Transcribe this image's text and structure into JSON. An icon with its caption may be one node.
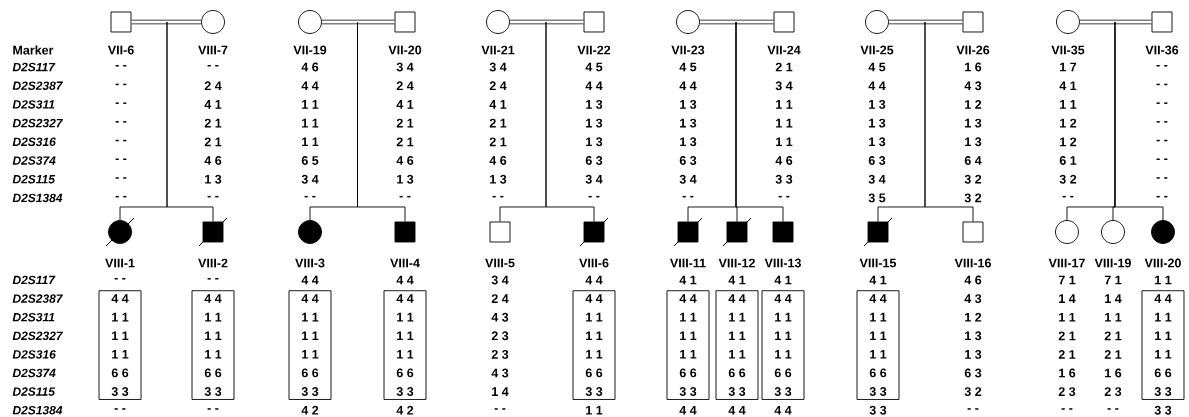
{
  "diagram": {
    "nodes": [
      {
        "text": [],
        "shape": "box",
        "beside": [
          "VII-6"
        ]
      },
      {
        "text": [],
        "shape": "circle",
        "beside": [
          "VIII-7"
        ]
      },
      {
        "text": [],
        "shape": "circle",
        "beside": [
          "VII-19"
        ]
      },
      {
        "text": [],
        "shape": "box",
        "beside": [
          "VII-20"
        ]
      },
      {
        "text": [],
        "shape": "circle",
        "beside": [
          "VII-21"
        ]
      },
      {
        "text": [],
        "shape": "box",
        "beside": [
          "VII-22"
        ]
      },
      {
        "text": [],
        "shape": "circle",
        "beside": [
          "VII-23"
        ]
      },
      {
        "text": [],
        "shape": "box",
        "beside": [
          "VII-24"
        ]
      },
      {
        "text": [],
        "shape": "circle",
        "beside": [
          "VII-25"
        ]
      },
      {
        "text": [],
        "shape": "box",
        "beside": [
          "VII-26"
        ]
      },
      {
        "text": [],
        "shape": "circle",
        "beside": [
          "VII-35"
        ]
      },
      {
        "text": [],
        "shape": "box",
        "beside": [
          "VII-36"
        ]
      },
      {
        "text": [],
        "shape": "circle",
        "beside": [
          "VIII-1"
        ]
      },
      {
        "text": [],
        "shape": "box",
        "beside": [
          "VIII-2"
        ]
      },
      {
        "text": [],
        "shape": "circle",
        "beside": [
          "VIII-3"
        ]
      },
      {
        "text": [],
        "shape": "box",
        "beside": [
          "VIII-4"
        ]
      },
      {
        "text": [],
        "shape": "box",
        "beside": [
          "VIII-5"
        ]
      },
      {
        "text": [],
        "shape": "box",
        "beside": [
          "VIII-6"
        ]
      },
      {
        "text": [],
        "shape": "box",
        "beside": [
          "VIII-11"
        ]
      },
      {
        "text": [],
        "shape": "box",
        "beside": [
          "VIII-12"
        ]
      },
      {
        "text": [],
        "shape": "box",
        "beside": [
          "VIII-13"
        ]
      },
      {
        "text": [],
        "shape": "box",
        "beside": [
          "VIII-15"
        ]
      },
      {
        "text": [],
        "shape": "box",
        "beside": [
          "VIII-16"
        ]
      },
      {
        "text": [],
        "shape": "circle",
        "beside": [
          "VIII-17"
        ]
      },
      {
        "text": [],
        "shape": "circle",
        "beside": [
          "VIII-19"
        ]
      },
      {
        "text": [],
        "shape": "circle",
        "beside": [
          "VIII-20"
        ]
      },
      {
        "text": [
          "4 4",
          "1 1",
          "1 1",
          "1 1",
          "6 6",
          "3 3"
        ]
      },
      {
        "text": [
          "4 4",
          "1 1",
          "1 1",
          "1 1",
          "6 6",
          "3 3"
        ]
      },
      {
        "text": [
          "4 4",
          "1 1",
          "1 1",
          "1 1",
          "6 6",
          "3 3"
        ]
      },
      {
        "text": [
          "4 4",
          "1 1",
          "1 1",
          "1 1",
          "6 6",
          "3 3"
        ]
      },
      {
        "text": [
          "4 4",
          "1 1",
          "1 1",
          "1 1",
          "6 6",
          "3 3"
        ]
      },
      {
        "text": [
          "4 4",
          "1 1",
          "1 1",
          "1 1",
          "6 6",
          "3 3"
        ]
      },
      {
        "text": [
          "4 4",
          "1 1",
          "1 1",
          "1 1",
          "6 6",
          "3 3"
        ]
      },
      {
        "text": [
          "4 4",
          "1 1",
          "1 1",
          "1 1",
          "6 6",
          "3 3"
        ]
      },
      {
        "text": [
          "4 4",
          "1 1",
          "1 1",
          "1 1",
          "6 6",
          "3 3"
        ]
      },
      {
        "text": [
          "4 4",
          "1 1",
          "1 1",
          "1 1",
          "6 6",
          "3 3"
        ]
      }
    ],
    "edges": [
      {
        "from": 0,
        "to": 1,
        "arrow": "none",
        "style": "thick"
      },
      {
        "from": 2,
        "to": 3,
        "arrow": "none",
        "style": "thick"
      },
      {
        "from": 4,
        "to": 5,
        "arrow": "none",
        "style": "thick"
      },
      {
        "from": 6,
        "to": 7,
        "arrow": "none",
        "style": "thick"
      },
      {
        "from": 8,
        "to": 9,
        "arrow": "none",
        "style": "thick"
      },
      {
        "from": 10,
        "to": 11,
        "arrow": "none",
        "style": "thick"
      },
      {
        "from": 0,
        "to": 12,
        "arrow": "none"
      },
      {
        "from": 1,
        "to": 12,
        "arrow": "none"
      },
      {
        "from": 0,
        "to": 13,
        "arrow": "none"
      },
      {
        "from": 1,
        "to": 13,
        "arrow": "none"
      },
      {
        "from": 2,
        "to": 14,
        "arrow": "none"
      },
      {
        "from": 3,
        "to": 14,
        "arrow": "none"
      },
      {
        "from": 2,
        "to": 15,
        "arrow": "none"
      },
      {
        "from": 3,
        "to": 15,
        "arrow": "none"
      },
      {
        "from": 4,
        "to": 16,
        "arrow": "none"
      },
      {
        "from": 5,
        "to": 16,
        "arrow": "none"
      },
      {
        "from": 4,
        "to": 17,
        "arrow": "none"
      },
      {
        "from": 5,
        "to": 17,
        "arrow": "none"
      },
      {
        "from": 6,
        "to": 18,
        "arrow": "none"
      },
      {
        "from": 7,
        "to": 18,
        "arrow": "none"
      },
      {
        "from": 6,
        "to": 19,
        "arrow": "none"
      },
      {
        "from": 7,
        "to": 19,
        "arrow": "none"
      },
      {
        "from": 6,
        "to": 20,
        "arrow": "none"
      },
      {
        "from": 7,
        "to": 20,
        "arrow": "none"
      },
      {
        "from": 8,
        "to": 21,
        "arrow": "none"
      },
      {
        "from": 9,
        "to": 21,
        "arrow": "none"
      },
      {
        "from": 8,
        "to": 22,
        "arrow": "none"
      },
      {
        "from": 9,
        "to": 22,
        "arrow": "none"
      },
      {
        "from": 10,
        "to": 23,
        "arrow": "none"
      },
      {
        "from": 11,
        "to": 23,
        "arrow": "none"
      },
      {
        "from": 10,
        "to": 24,
        "arrow": "none"
      },
      {
        "from": 11,
        "to": 24,
        "arrow": "none"
      },
      {
        "from": 10,
        "to": 25,
        "arrow": "none"
      },
      {
        "from": 11,
        "to": 25,
        "arrow": "none"
      }
    ],
    "labels": [
      "Marker",
      "D2S117",
      "- -",
      "- -",
      "4 6",
      "3 4",
      "3 4",
      "4 5",
      "4 5",
      "2 1",
      "4 5",
      "1 6",
      "1 7",
      "- -",
      "D2S2387",
      "- -",
      "2 4",
      "4 4",
      "2 4",
      "2 4",
      "4 4",
      "4 4",
      "3 4",
      "4 4",
      "4 3",
      "4 1",
      "- -",
      "D2S311",
      "- -",
      "4 1",
      "1 1",
      "4 1",
      "4 1",
      "1 3",
      "1 3",
      "1 1",
      "1 3",
      "1 2",
      "1 1",
      "- -",
      "D2S2327",
      "- -",
      "2 1",
      "1 1",
      "2 1",
      "2 1",
      "1 3",
      "1 3",
      "1 1",
      "1 3",
      "1 3",
      "1 2",
      "- -",
      "D2S316",
      "- -",
      "2 1",
      "1 1",
      "2 1",
      "2 1",
      "1 3",
      "1 3",
      "1 1",
      "1 3",
      "1 3",
      "1 2",
      "- -",
      "D2S374",
      "- -",
      "4 6",
      "6 5",
      "4 6",
      "4 6",
      "6 3",
      "6 3",
      "4 6",
      "6 3",
      "6 4",
      "6 1",
      "- -",
      "D2S115",
      "- -",
      "1 3",
      "3 4",
      "1 3",
      "1 3",
      "3 4",
      "3 4",
      "3 3",
      "3 4",
      "3 2",
      "3 2",
      "- -",
      "D2S1384",
      "- -",
      "- -",
      "- -",
      "- -",
      "- -",
      "- -",
      "- -",
      "- -",
      "3 5",
      "3 2",
      "- -",
      "- -",
      "D2S117",
      "- -",
      "- -",
      "4 4",
      "4 4",
      "3 4",
      "4 4",
      "4 1",
      "4 1",
      "4 1",
      "4 1",
      "4 6",
      "7 1",
      "7 1",
      "1 1",
      "D2S2387",
      "2 4",
      "4 3",
      "1 4",
      "1 4",
      "D2S311",
      "4 3",
      "1 2",
      "1 1",
      "1 1",
      "D2S2327",
      "2 3",
      "1 3",
      "2 1",
      "2 1",
      "D2S316",
      "2 3",
      "1 3",
      "2 1",
      "2 1",
      "D2S374",
      "4 3",
      "6 3",
      "1 6",
      "1 6",
      "D2S115",
      "1 4",
      "3 2",
      "2 3",
      "2 3",
      "D2S1384",
      "- -",
      "- -",
      "4 2",
      "4 2",
      "- -",
      "1 1",
      "4 4",
      "4 4",
      "4 4",
      "3 3",
      "- -",
      "- -",
      "- -",
      "3 3"
    ]
  }
}
